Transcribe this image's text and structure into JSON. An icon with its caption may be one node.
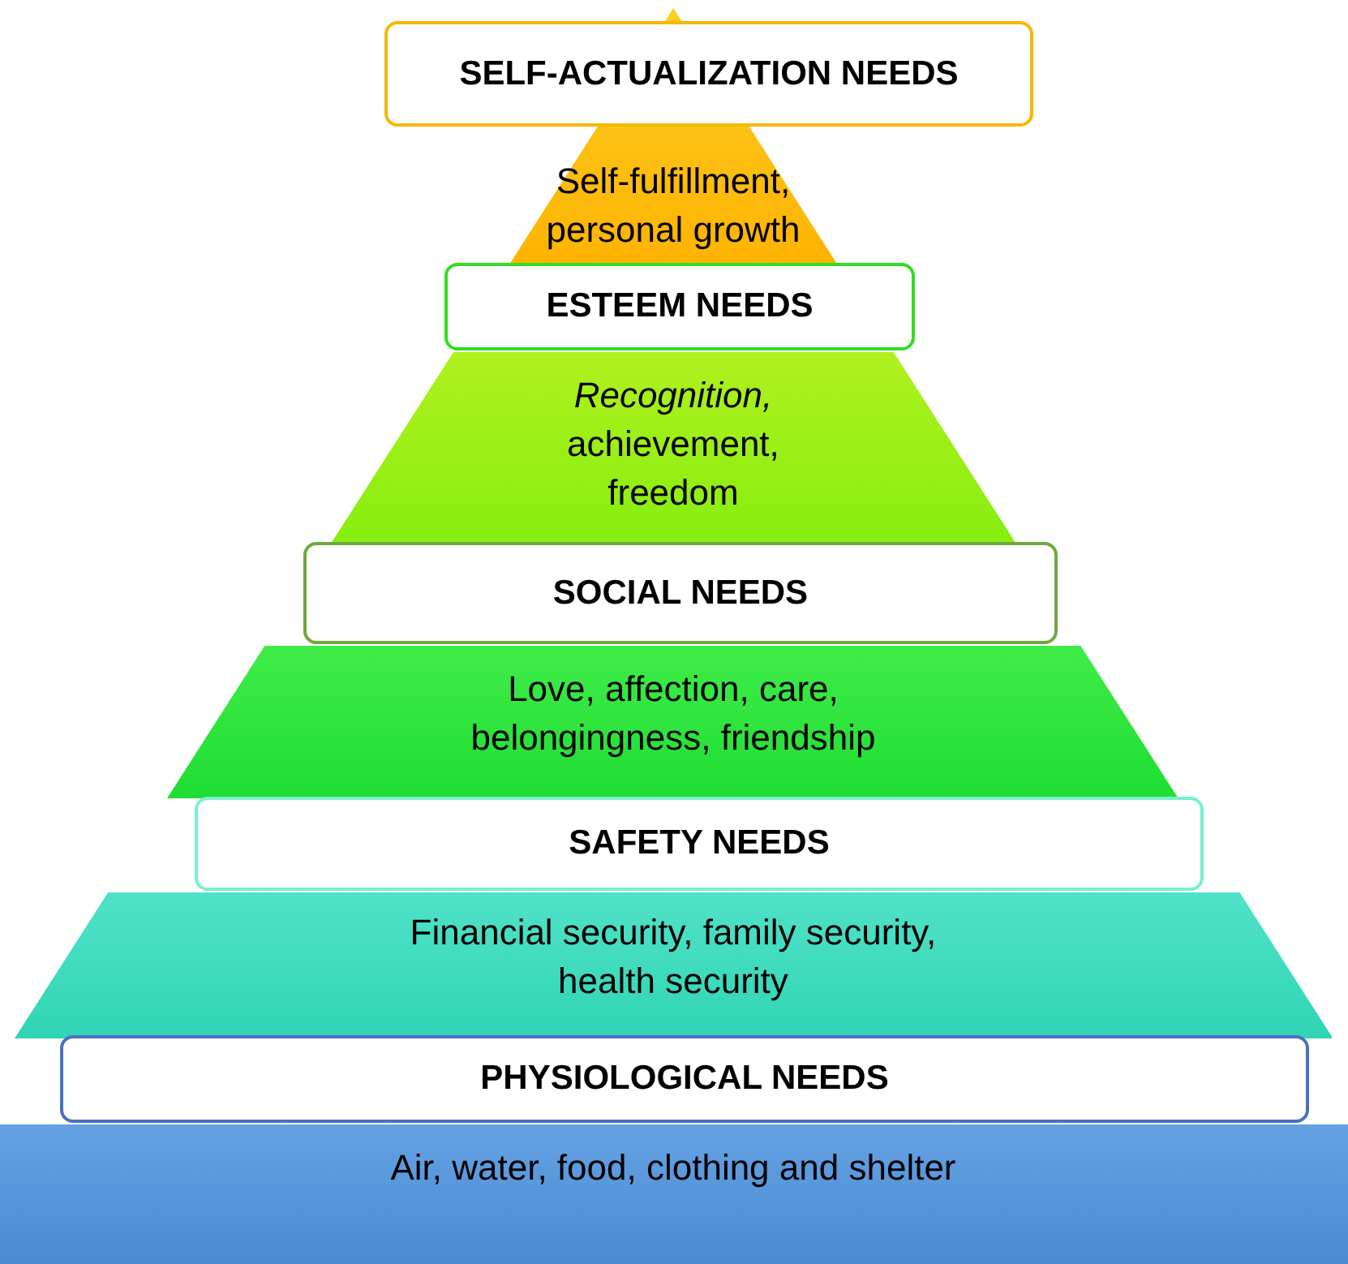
{
  "diagram": {
    "nodes": [
      {
        "text": [
          "SELF-ACTUALIZATION NEEDS"
        ]
      },
      {
        "text": [
          "Self-fulfillment, personal growth"
        ]
      },
      {
        "text": [
          "ESTEEM NEEDS"
        ]
      },
      {
        "text": [
          "*Recognition,* achievement, freedom"
        ]
      },
      {
        "text": [
          "SOCIAL NEEDS"
        ]
      },
      {
        "text": [
          "Love, affection, care, belongingness, friendship"
        ]
      },
      {
        "text": [
          "SAFETY NEEDS"
        ]
      },
      {
        "text": [
          "Financial security, family security, health security"
        ]
      },
      {
        "text": [
          "PHYSIOLOGICAL NEEDS"
        ]
      },
      {
        "text": [
          "Air, water, food, clothing and shelter"
        ]
      }
    ]
  }
}
